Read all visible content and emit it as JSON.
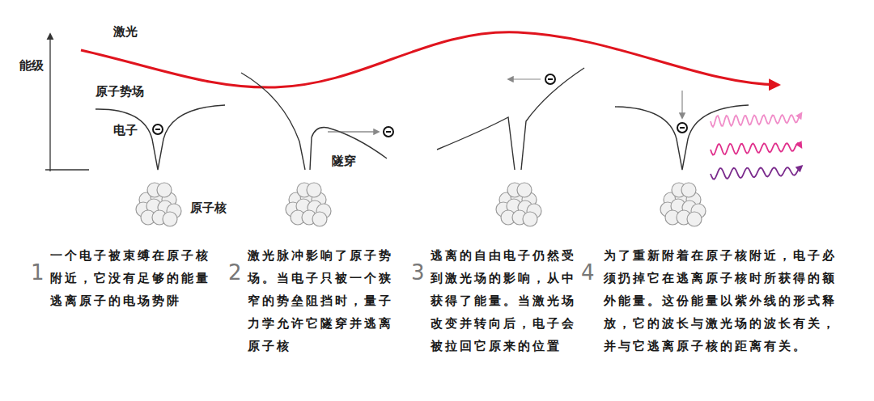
{
  "diagram": {
    "labels": [
      "激光",
      "能级",
      "原子势场",
      "电子",
      "原子核",
      "隧穿",
      "1",
      "一个电子被束缚在原子核附近，它没有足够的能量逃离原子的电场势阱",
      "2",
      "激光脉冲影响了原子势场。当电子只被一个狭窄的势垒阻挡时，量子力学允许它隧穿并逃离原子核",
      "3",
      "逃离的自由电子仍然受到激光场的影响，从中获得了能量。当激光场改变并转向后，电子会被拉回它原来的位置",
      "4",
      "为了重新附着在原子核附近，电子必须扔掉它在逃离原子核时所获得的额外能量。这份能量以紫外线的形式释放，它的波长与激光场的波长有关，并与它逃离原子核的距离有关。"
    ]
  }
}
